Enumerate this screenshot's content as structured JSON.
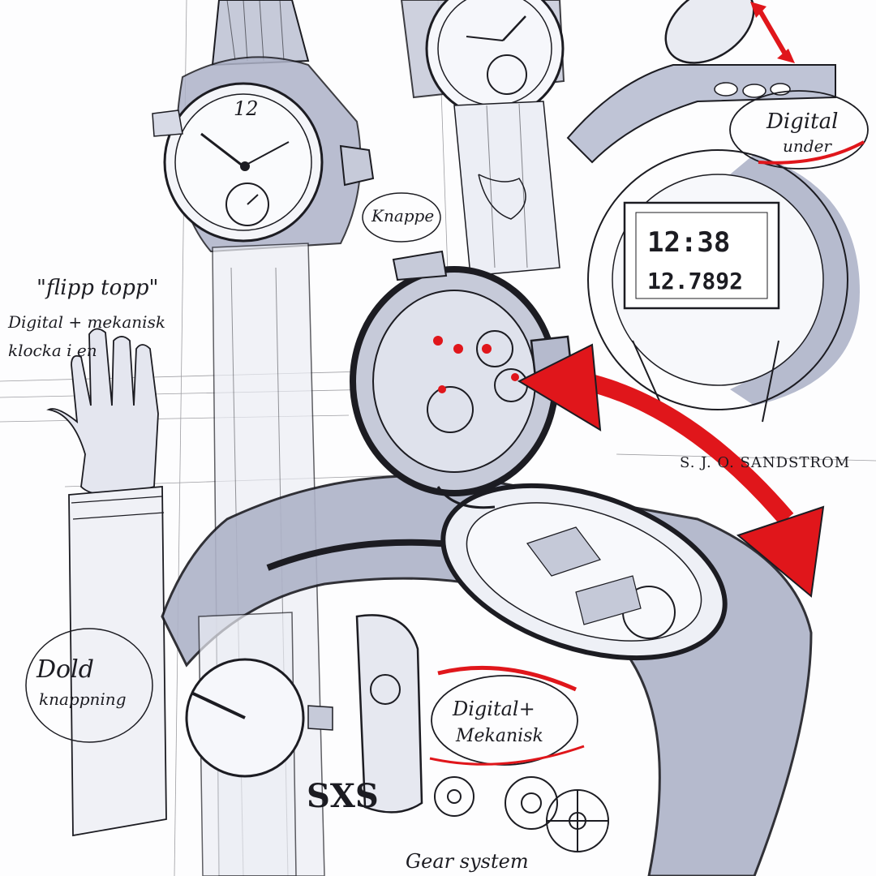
{
  "colors": {
    "ink": "#1c1c22",
    "marker_gray": "#9ea4bd",
    "marker_dark": "#6f7590",
    "accent_red": "#e0161b",
    "paper": "#fdfdfe"
  },
  "annotations": {
    "top_watch_number": "12",
    "flip_title": "\"flipp topp\"",
    "flip_line1": "Digital + mekanisk",
    "flip_line2": "klocka i en",
    "knappe": "Knappe",
    "digital_under_1": "Digital",
    "digital_under_2": "under",
    "lcd_line1": "12:38",
    "lcd_line2": "12.7892",
    "dold_1": "Dold",
    "dold_2": "knappning",
    "dm_1": "Digital+",
    "dm_2": "Mekanisk",
    "signature": "S. J. O. SANDSTROM",
    "logo": "SXS",
    "bottom_note": "Gear system"
  }
}
